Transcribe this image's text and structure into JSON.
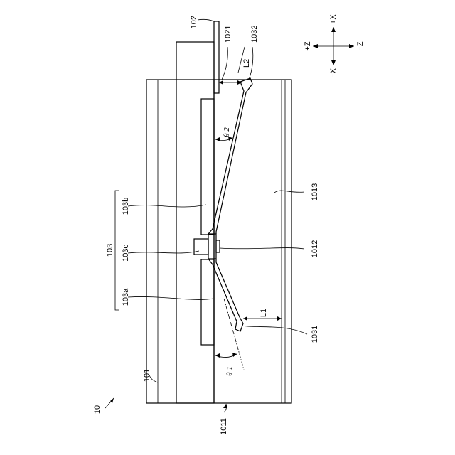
{
  "labels": {
    "device": "10",
    "layer": "101",
    "bottom_surface": "1011",
    "component": "1012",
    "inner_surface": "1013",
    "plate": "102",
    "plate_surface": "1021",
    "group": "103",
    "part_a": "103a",
    "part_c": "103c",
    "part_b": "103b",
    "end_1": "1031",
    "end_2": "1032",
    "dist_1": "L1",
    "dist_2": "L2",
    "angle_1": "θ 1",
    "angle_2": "θ 2"
  },
  "axes": {
    "plus_z": "+Z",
    "plus_x": "+X",
    "minus_x": "−X",
    "minus_z": "−Z"
  }
}
